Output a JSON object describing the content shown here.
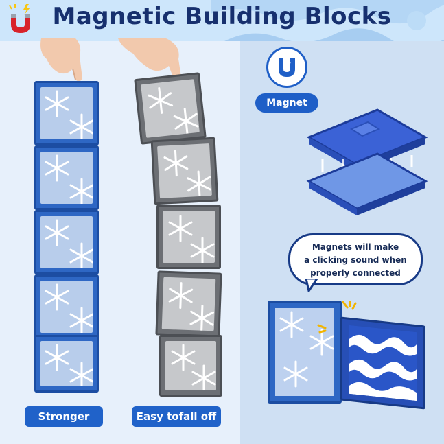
{
  "header": {
    "title": "Magnetic Building Blocks"
  },
  "labels": {
    "stronger": "Stronger",
    "easy_fall": "Easy tofall off",
    "magnet": "Magnet",
    "bubble_line1": "Magnets will make",
    "bubble_line2": "a clicking sound when",
    "bubble_line3": "properly connected"
  },
  "colors": {
    "title": "#17306e",
    "accent_blue": "#2062c9",
    "tile_blue": "#2e67c4",
    "tile_grey": "#6c6f74",
    "header_bg": "#cde6fb",
    "panel_right": "#cfe0f3"
  },
  "icons": {
    "logo": "magnet-icon",
    "magnet_badge": "magnet-icon",
    "tile_pattern": "snowflake-icon",
    "tile_pattern_alt": "wave-icon",
    "spark": "spark-icon"
  }
}
